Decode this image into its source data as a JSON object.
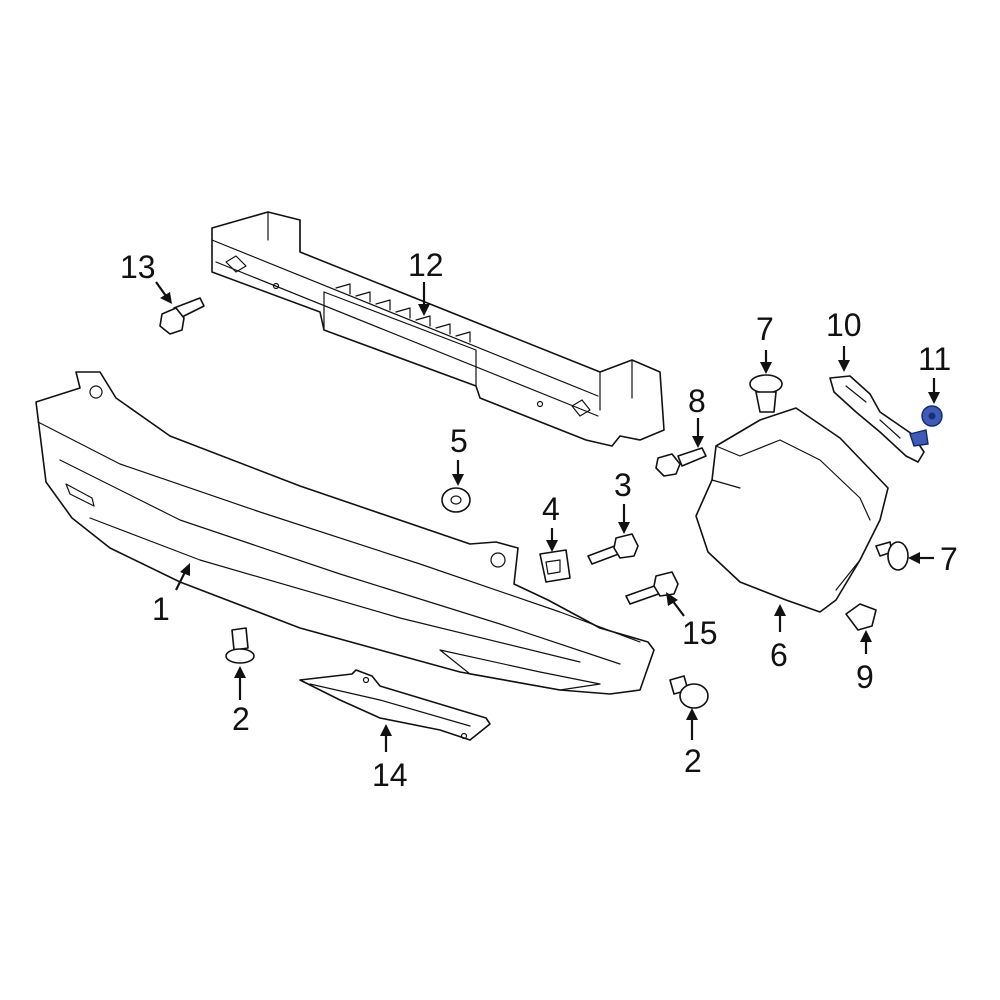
{
  "diagram": {
    "callouts": [
      {
        "id": "c1",
        "label": "1"
      },
      {
        "id": "c2a",
        "label": "2"
      },
      {
        "id": "c2b",
        "label": "2"
      },
      {
        "id": "c3",
        "label": "3"
      },
      {
        "id": "c4",
        "label": "4"
      },
      {
        "id": "c5",
        "label": "5"
      },
      {
        "id": "c6",
        "label": "6"
      },
      {
        "id": "c7a",
        "label": "7"
      },
      {
        "id": "c7b",
        "label": "7"
      },
      {
        "id": "c8",
        "label": "8"
      },
      {
        "id": "c9",
        "label": "9"
      },
      {
        "id": "c10",
        "label": "10"
      },
      {
        "id": "c11",
        "label": "11"
      },
      {
        "id": "c12",
        "label": "12"
      },
      {
        "id": "c13",
        "label": "13"
      },
      {
        "id": "c14",
        "label": "14"
      },
      {
        "id": "c15",
        "label": "15"
      }
    ],
    "highlight_color": "#3f5bb5",
    "line_color": "#111111"
  }
}
